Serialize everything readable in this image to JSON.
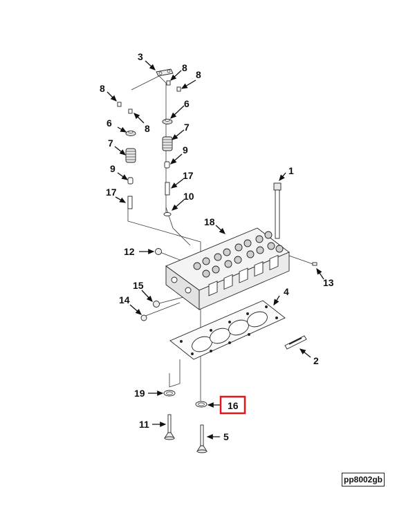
{
  "callouts": {
    "c1": "1",
    "c2": "2",
    "c3": "3",
    "c4": "4",
    "c5": "5",
    "c6a": "6",
    "c6b": "6",
    "c7a": "7",
    "c7b": "7",
    "c8a": "8",
    "c8b": "8",
    "c8c": "8",
    "c8d": "8",
    "c9a": "9",
    "c9b": "9",
    "c10": "10",
    "c11": "11",
    "c12": "12",
    "c13": "13",
    "c14": "14",
    "c15": "15",
    "c16": "16",
    "c17a": "17",
    "c17b": "17",
    "c18": "18",
    "c19": "19"
  },
  "highlight_color": "#e0161b",
  "reference_code": "pp8002gb"
}
